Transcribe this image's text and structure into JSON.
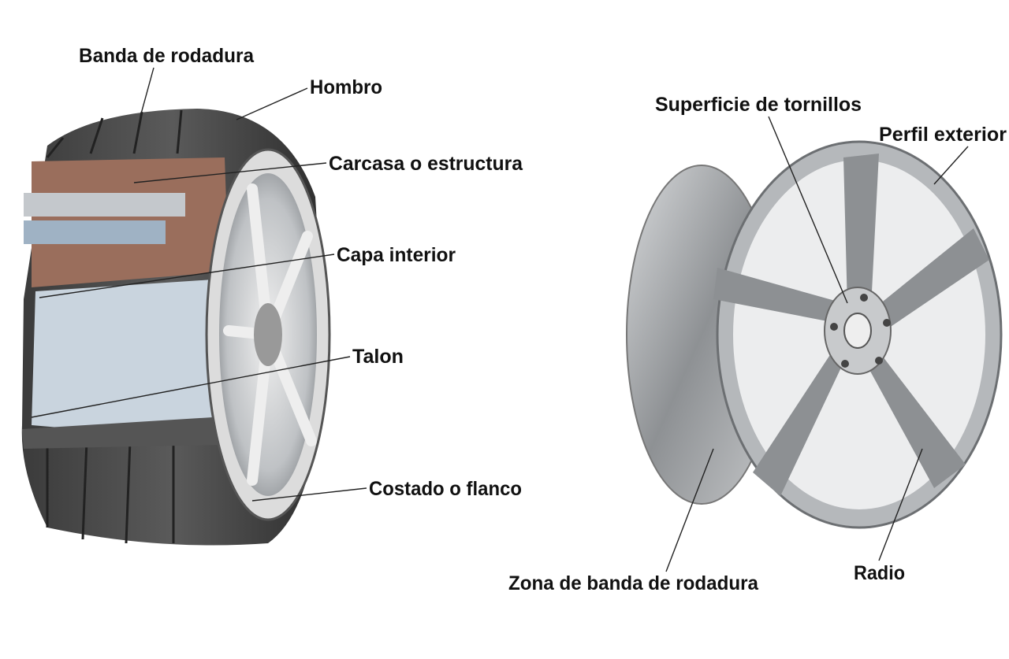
{
  "tire": {
    "labels": {
      "tread": "Banda de rodadura",
      "shoulder": "Hombro",
      "carcass": "Carcasa o estructura",
      "inner_liner": "Capa interior",
      "bead": "Talon",
      "sidewall": "Costado o flanco"
    }
  },
  "wheel": {
    "labels": {
      "bolt_surface": "Superficie de tornillos",
      "outer_profile": "Perfil exterior",
      "tread_zone": "Zona de banda de rodadura",
      "spoke": "Radio"
    }
  },
  "colors": {
    "rubber": "#4a4a4a",
    "carcass": "#9a6e5c",
    "inner": "#a9b8c8",
    "rim": "#c9cbcd",
    "alloy": "#9ea1a4"
  }
}
